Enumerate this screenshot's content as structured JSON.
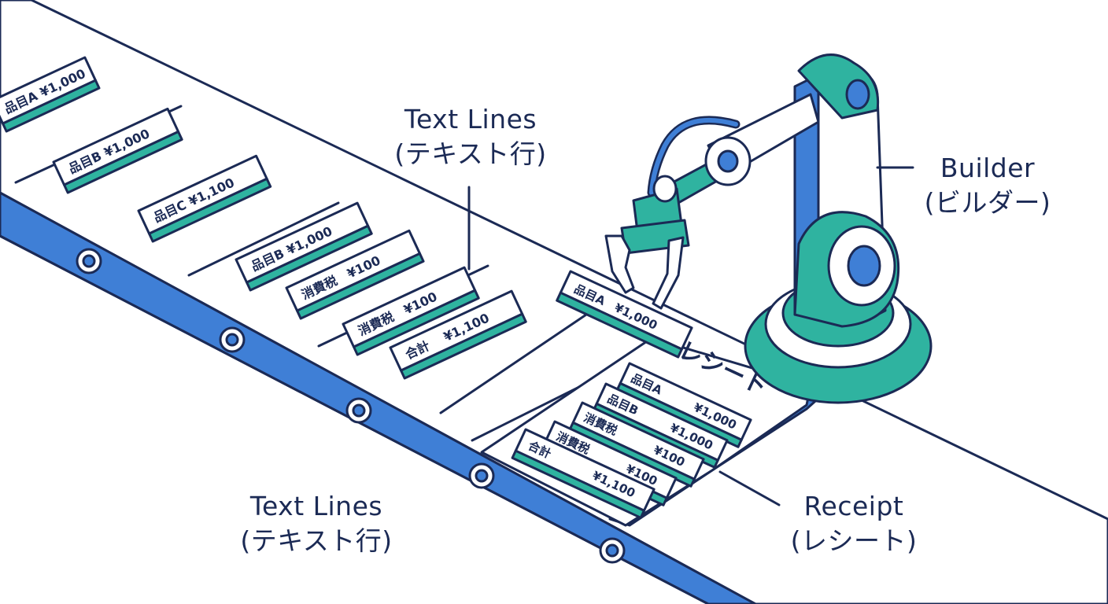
{
  "colors": {
    "outline": "#1b2a55",
    "belt_blue": "#3f7fd6",
    "teal": "#2fb3a0",
    "white": "#ffffff"
  },
  "labels": {
    "text_lines_top": {
      "en": "Text Lines",
      "ja": "(テキスト行)"
    },
    "text_lines_bottom": {
      "en": "Text Lines",
      "ja": "(テキスト行)"
    },
    "builder": {
      "en": "Builder",
      "ja": "(ビルダー)"
    },
    "receipt": {
      "en": "Receipt",
      "ja": "(レシート)"
    }
  },
  "conveyor_lines": [
    {
      "text": "品目A ¥1,000"
    },
    {
      "text": "品目B ¥1,000"
    },
    {
      "text": "品目C ¥1,100"
    },
    {
      "text": "品目B ¥1,000"
    },
    {
      "text": "消費税　¥100"
    },
    {
      "text": "消費税　¥100"
    },
    {
      "text": "合計　 ¥1,100"
    }
  ],
  "gripped_line": {
    "text": "品目A　¥1,000"
  },
  "receipt": {
    "title": "レシート",
    "rows": [
      {
        "item": "品目A",
        "price": "¥1,000"
      },
      {
        "item": "品目B",
        "price": "¥1,000"
      },
      {
        "item": "消費税",
        "price": "¥100"
      },
      {
        "item": "合計",
        "price": "¥1,100"
      }
    ],
    "extra_row": {
      "item": "消費税",
      "price": "¥100"
    }
  }
}
